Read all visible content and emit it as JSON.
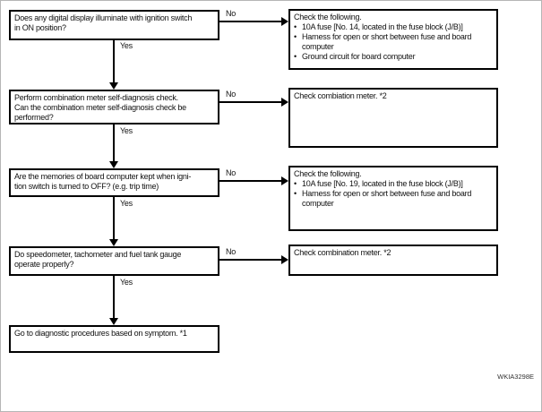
{
  "flow": {
    "labels": {
      "yes": "Yes",
      "no": "No"
    },
    "bullet_char": "•",
    "questions": [
      {
        "text": "Does any digital display illuminate with ignition switch\nin ON position?"
      },
      {
        "text": "Perform combination meter self-diagnosis check.\nCan the combination meter self-diagnosis check be\nperformed?"
      },
      {
        "text": "Are the memories of board computer kept when igni-\ntion switch is turned to OFF? (e.g. trip time)"
      },
      {
        "text": "Do speedometer, tachometer and fuel tank gauge\noperate properly?"
      }
    ],
    "result": {
      "text": "Go to diagnostic procedures based on symptom. *1"
    },
    "answers": [
      {
        "intro": "Check the following.",
        "bullets": [
          "10A fuse [No. 14, located in the fuse block (J/B)]",
          "Harness for open or short between fuse and board\ncomputer",
          "Ground circuit for board computer"
        ]
      },
      {
        "text": "Check combiation meter. *2"
      },
      {
        "intro": "Check the following.",
        "bullets": [
          "10A fuse [No. 19, located in the fuse block (J/B)]",
          "Harness for open or short between fuse and board\ncomputer"
        ]
      },
      {
        "text": "Check combination meter. *2"
      }
    ],
    "watermark": "WKIA3298E",
    "colors": {
      "line": "#000000",
      "box_border": "#000000",
      "canvas_border": "#b5b5b5",
      "background": "#ffffff",
      "text": "#111111"
    }
  }
}
